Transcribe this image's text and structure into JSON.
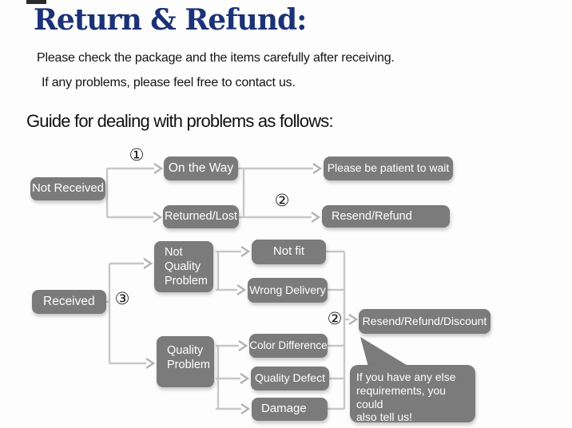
{
  "page": {
    "title": "Return & Refund:",
    "intro": [
      "Please check the package and the items carefully after receiving.",
      "If any problems, please feel free to contact us."
    ],
    "guide_heading": "Guide for dealing with problems as follows:"
  },
  "colors": {
    "title_navy": "#1c3276",
    "node_gray": "#7b7b7b",
    "node_text": "#ffffff",
    "connector_gray": "#c7c7c7"
  },
  "flowchart": {
    "nodes": {
      "not_received": "Not Received",
      "on_the_way": "On the Way",
      "returned_lost": "Returned/Lost",
      "please_wait": "Please be patient to wait",
      "resend_refund": "Resend/Refund",
      "received": "Received",
      "not_quality_problem": "Not Quality Problem",
      "not_fit": "Not fit",
      "wrong_delivery": "Wrong Delivery",
      "resend_refund_discount": "Resend/Refund/Discount",
      "quality_problem": "Quality Problem",
      "color_difference": "Color Difference",
      "quality_defect": "Quality Defect",
      "damage": "Damage"
    },
    "step_markers": {
      "step1": "①",
      "step2_top": "②",
      "step3": "③",
      "step2_bottom": "②"
    },
    "note_bubble": {
      "lines": [
        "If you have any else",
        "requirements, you could",
        "also tell us!"
      ]
    }
  }
}
